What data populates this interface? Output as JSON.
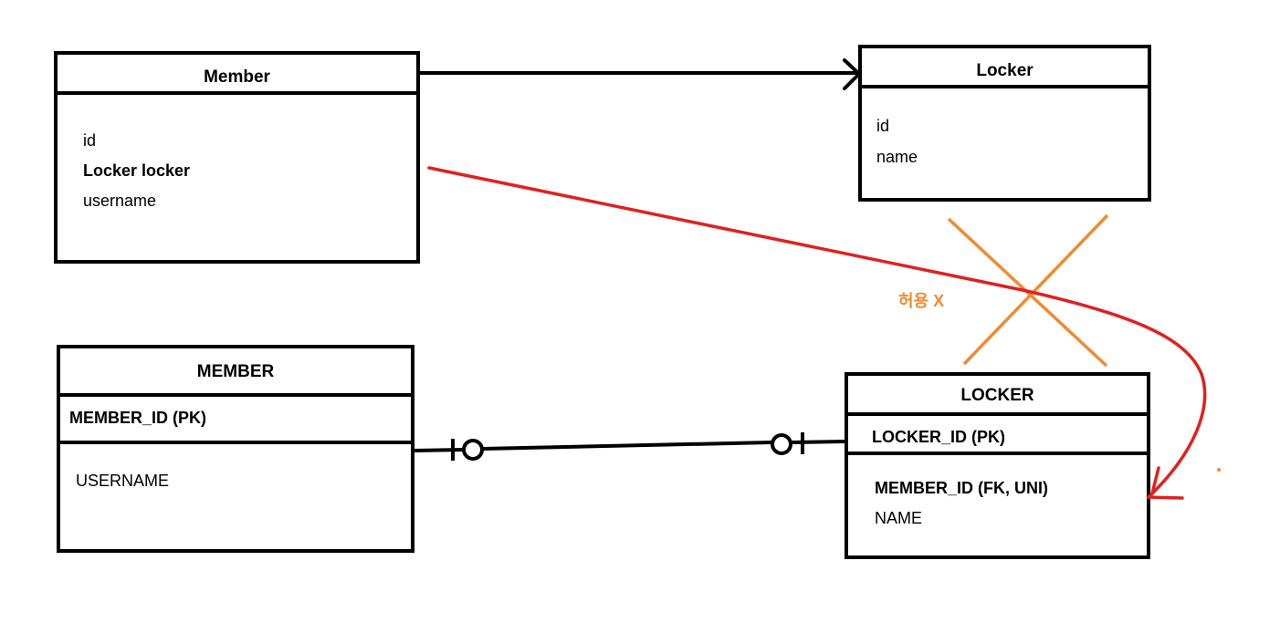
{
  "colors": {
    "line": "#000000",
    "red_arrow": "#e02020",
    "orange_cross": "#f08a30"
  },
  "object_model": {
    "member": {
      "title": "Member",
      "fields": [
        "id",
        "Locker locker",
        "username"
      ]
    },
    "locker": {
      "title": "Locker",
      "fields": [
        "id",
        "name"
      ]
    }
  },
  "table_model": {
    "member": {
      "title": "MEMBER",
      "pk": "MEMBER_ID (PK)",
      "columns": [
        "USERNAME"
      ]
    },
    "locker": {
      "title": "LOCKER",
      "pk": "LOCKER_ID (PK)",
      "columns": [
        "MEMBER_ID (FK, UNI)",
        "NAME"
      ]
    }
  },
  "annotation": {
    "text": "허용 X"
  }
}
